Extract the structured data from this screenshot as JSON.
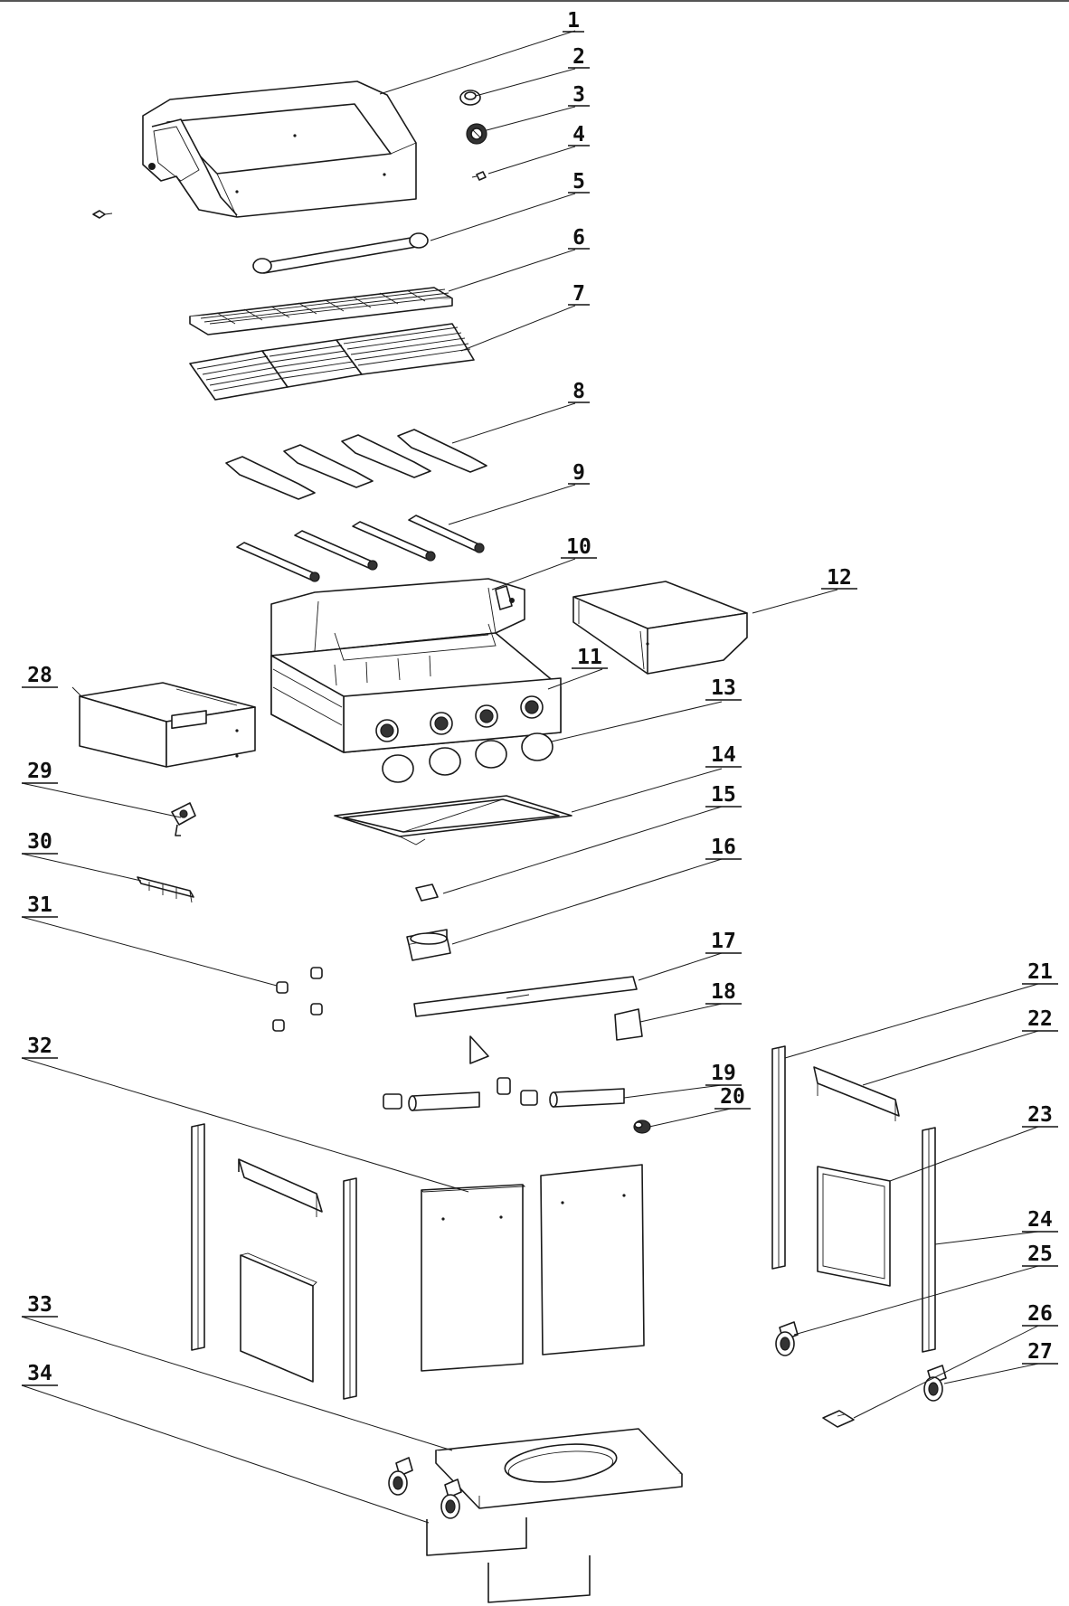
{
  "diagram": {
    "type": "exploded-parts-view",
    "callouts": [
      "1",
      "2",
      "3",
      "4",
      "5",
      "6",
      "7",
      "8",
      "9",
      "10",
      "11",
      "12",
      "13",
      "14",
      "15",
      "16",
      "17",
      "18",
      "19",
      "20",
      "21",
      "22",
      "23",
      "24",
      "25",
      "26",
      "27",
      "28",
      "29",
      "30",
      "31",
      "32",
      "33",
      "34"
    ]
  }
}
